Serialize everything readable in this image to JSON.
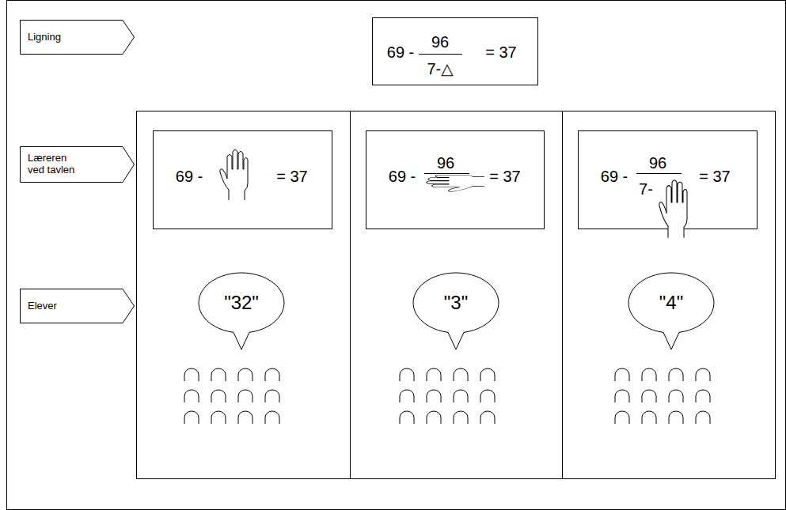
{
  "diagram": {
    "nodes": [
      {
        "text": [
          "Ligning"
        ]
      },
      {
        "text": [
          "69 -",
          "96",
          "7-△",
          "= 37"
        ]
      },
      {
        "text": [
          "Læreren ved tavlen"
        ]
      },
      {
        "text": [
          "69 -",
          "= 37"
        ]
      },
      {
        "text": [
          "69 -",
          "96",
          "= 37"
        ]
      },
      {
        "text": [
          "69 -",
          "96",
          "7-",
          "= 37"
        ]
      },
      {
        "text": [
          "Elever"
        ]
      },
      {
        "text": [
          "\"32\""
        ]
      },
      {
        "text": [
          "\"3\""
        ]
      },
      {
        "text": [
          "\"4\""
        ]
      }
    ]
  }
}
